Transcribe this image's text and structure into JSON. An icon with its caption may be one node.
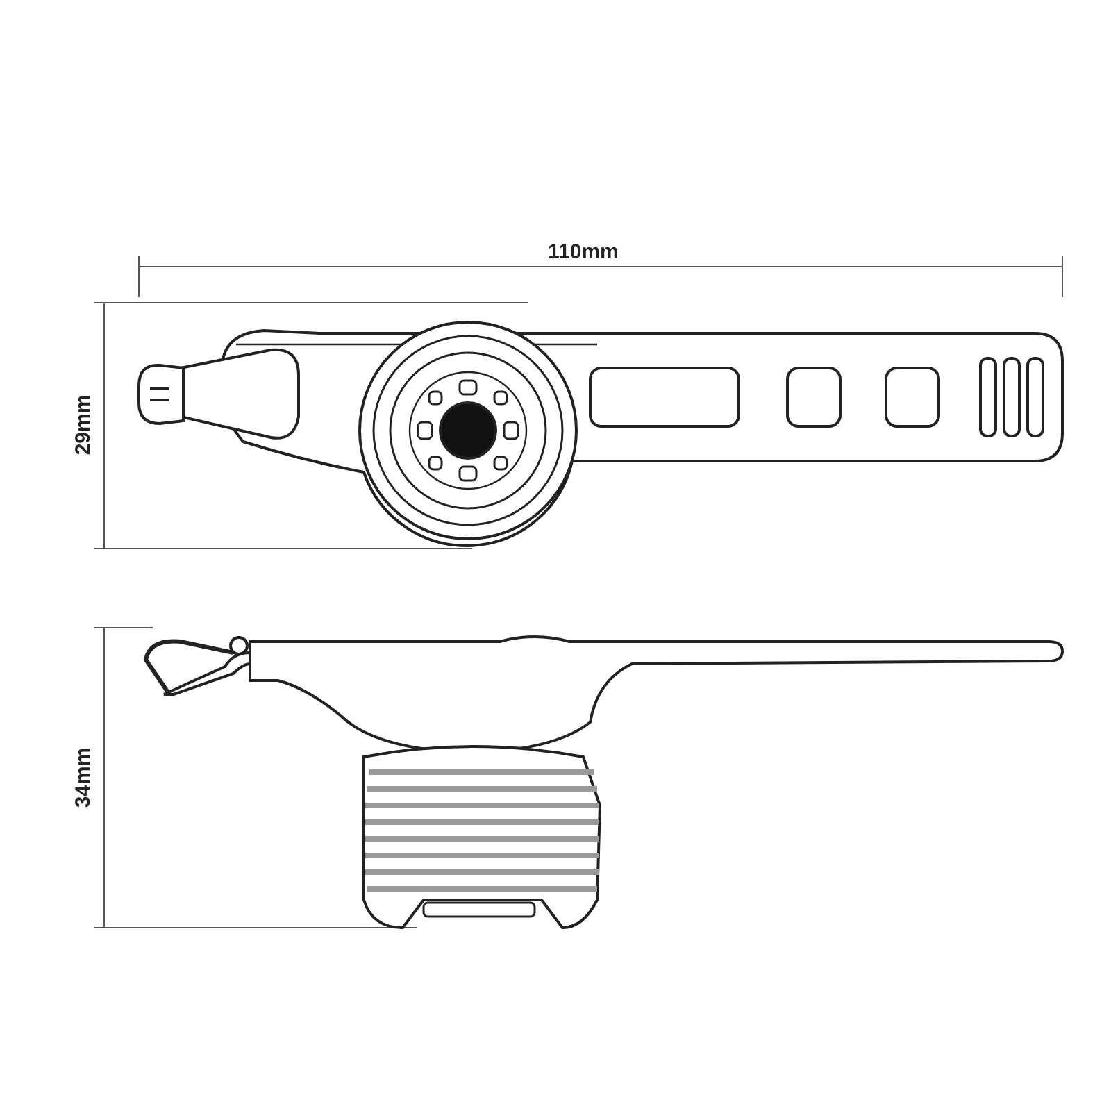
{
  "diagram": {
    "labels": [
      "110mm",
      "29mm",
      "34mm"
    ]
  }
}
